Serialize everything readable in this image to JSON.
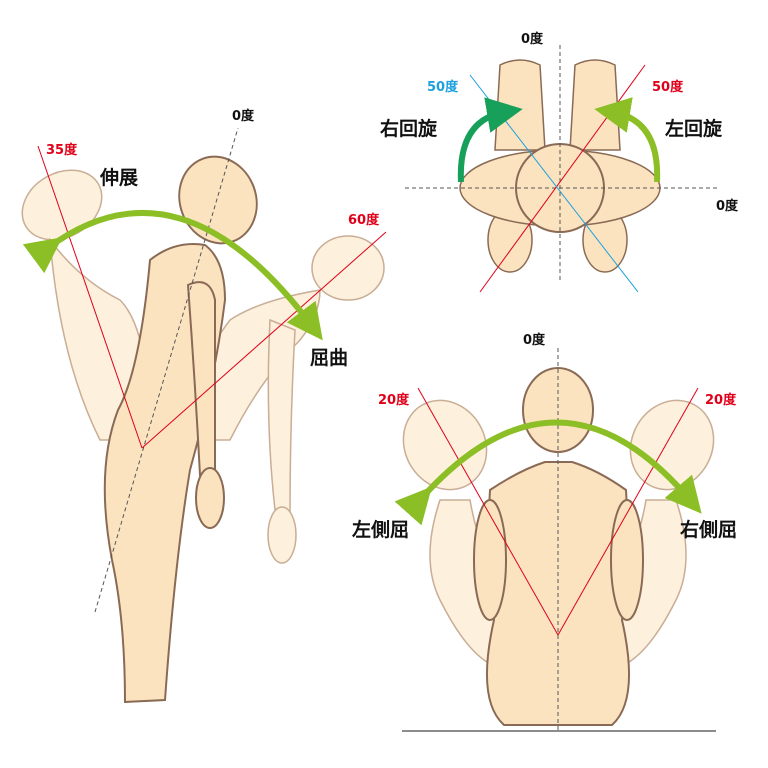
{
  "colors": {
    "skin": "#fbe3c0",
    "ghost": "#fdf0dc",
    "outline": "#8a6a55",
    "red": "#e0001a",
    "blue": "#1ea0dc",
    "green": "#8cbf26",
    "dark_green": "#17a05a"
  },
  "flexion_extension": {
    "zero": "0度",
    "extension_angle": "35度",
    "extension_label": "伸展",
    "flexion_angle": "60度",
    "flexion_label": "屈曲"
  },
  "rotation": {
    "zero_top": "0度",
    "zero_right": "0度",
    "right_angle": "50度",
    "left_angle": "50度",
    "right_label": "右回旋",
    "left_label": "左回旋"
  },
  "lateral_bending": {
    "zero": "0度",
    "left_angle": "20度",
    "right_angle": "20度",
    "left_label": "左側屈",
    "right_label": "右側屈"
  }
}
